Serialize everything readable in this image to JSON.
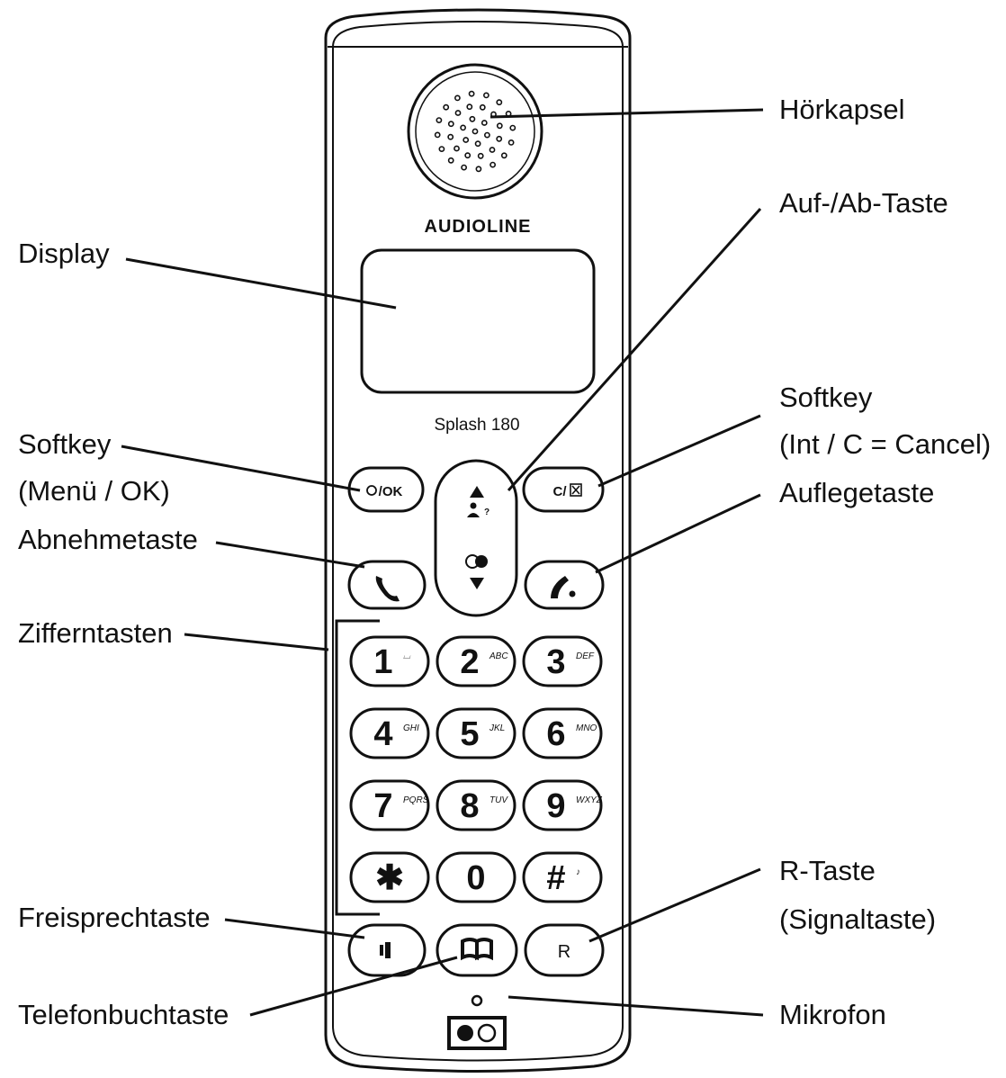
{
  "brand": "AUDIOLINE",
  "model": "Splash 180",
  "labels": {
    "hoerkapsel": "Hörkapsel",
    "aufab": "Auf-/Ab-Taste",
    "display": "Display",
    "softkey_right_1": "Softkey",
    "softkey_right_2": "(Int / C = Cancel)",
    "softkey_left_1": "Softkey",
    "softkey_left_2": "(Menü / OK)",
    "auflege": "Auflegetaste",
    "abnehme": "Abnehmetaste",
    "ziffern": "Zifferntasten",
    "freisprech": "Freisprechtaste",
    "rtaste_1": "R-Taste",
    "rtaste_2": "(Signaltaste)",
    "telefonbuch": "Telefonbuchtaste",
    "mikrofon": "Mikrofon"
  },
  "keys": {
    "menu_ok": "/OK",
    "cancel": "C/",
    "r": "R",
    "digits": [
      {
        "main": "1",
        "sub": "⌴"
      },
      {
        "main": "2",
        "sub": "ABC"
      },
      {
        "main": "3",
        "sub": "DEF"
      },
      {
        "main": "4",
        "sub": "GHI"
      },
      {
        "main": "5",
        "sub": "JKL"
      },
      {
        "main": "6",
        "sub": "MNO"
      },
      {
        "main": "7",
        "sub": "PQRS"
      },
      {
        "main": "8",
        "sub": "TUV"
      },
      {
        "main": "9",
        "sub": "WXYZ"
      },
      {
        "main": "✱",
        "sub": ""
      },
      {
        "main": "0",
        "sub": ""
      },
      {
        "main": "#",
        "sub": "♪"
      }
    ]
  }
}
